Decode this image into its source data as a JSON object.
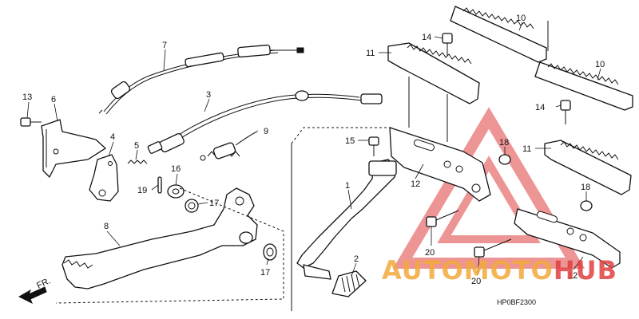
{
  "callouts": {
    "c1": "1",
    "c2": "2",
    "c3": "3",
    "c4": "4",
    "c5": "5",
    "c6": "6",
    "c7": "7",
    "c8": "8",
    "c9": "9",
    "c10a": "10",
    "c10b": "10",
    "c11a": "11",
    "c11b": "11",
    "c12a": "12",
    "c12b": "12",
    "c13": "13",
    "c14a": "14",
    "c14b": "14",
    "c15": "15",
    "c16": "16",
    "c17a": "17",
    "c17b": "17",
    "c18a": "18",
    "c18b": "18",
    "c19": "19",
    "c20a": "20",
    "c20b": "20"
  },
  "front_arrow_label": "FR.",
  "diagram_code": "HP0BF2300",
  "watermark": {
    "word_part1": "AUTO",
    "word_part2": "MOTO",
    "word_part3": "HUB",
    "color_orange": "#f2a93b",
    "color_red": "#e0403f"
  }
}
